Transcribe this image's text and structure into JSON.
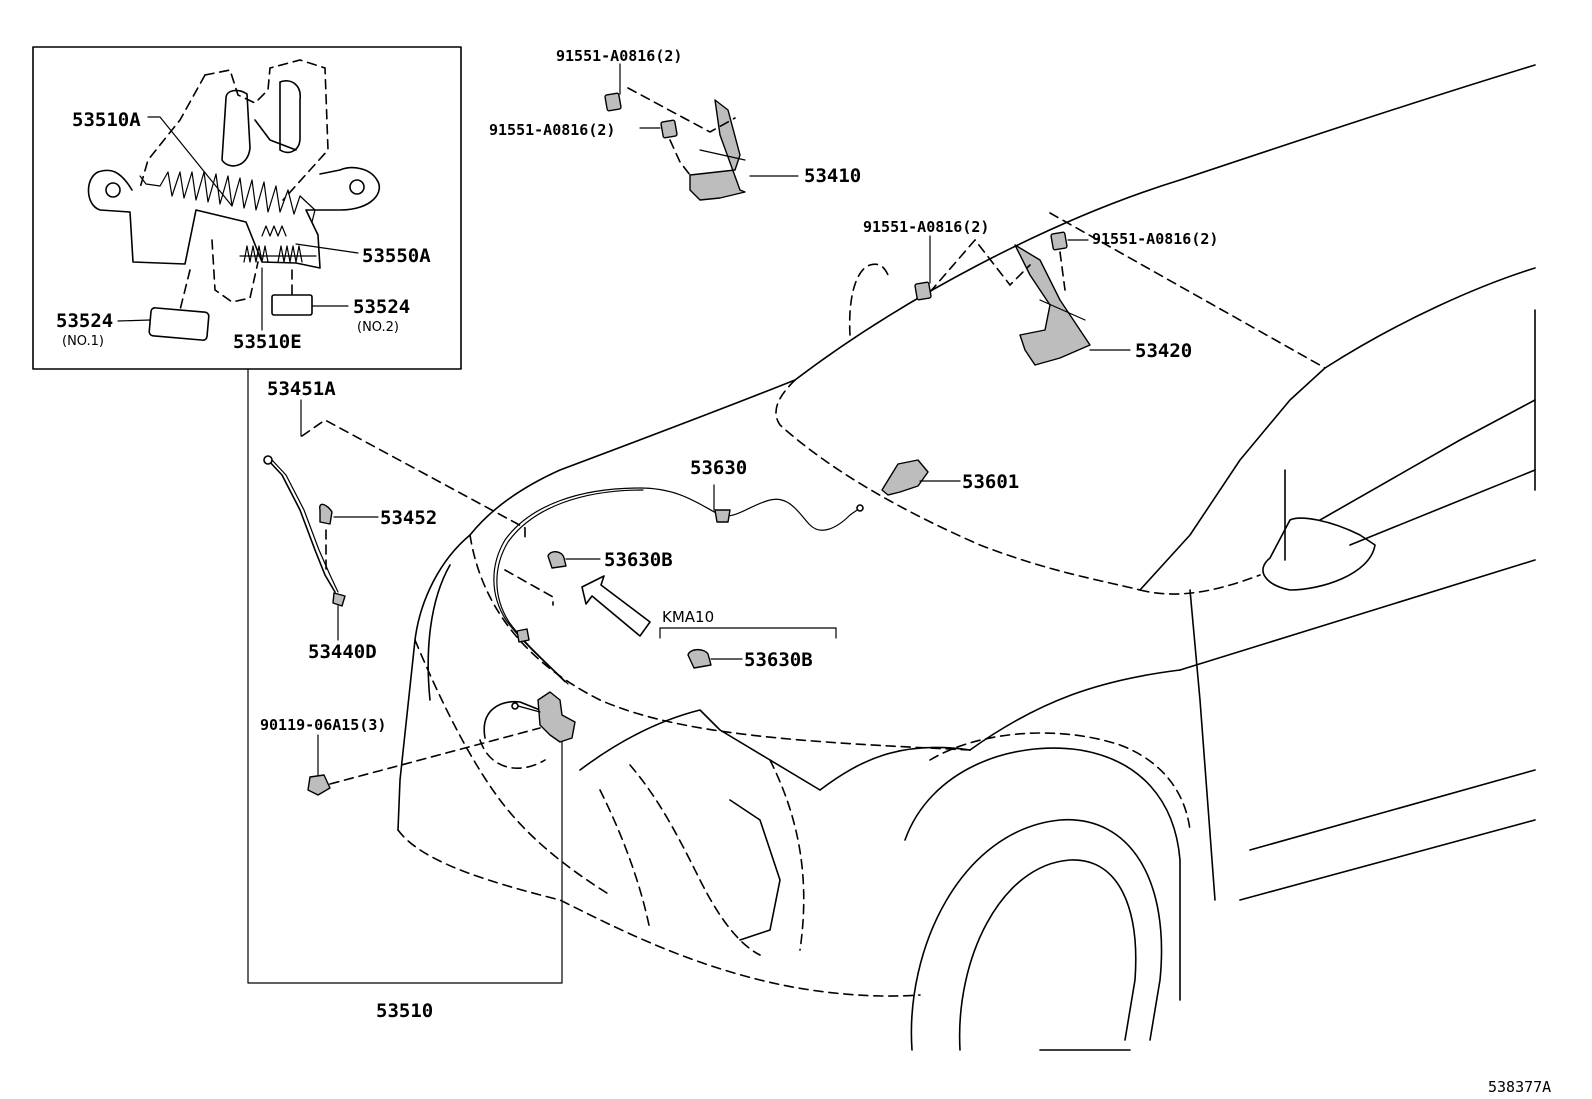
{
  "labels": {
    "p53510A": "53510A",
    "p53550A": "53550A",
    "p53524_no1": "53524",
    "p53524_no1_sub": "(NO.1)",
    "p53524_no2": "53524",
    "p53524_no2_sub": "(NO.2)",
    "p53510E": "53510E",
    "p91551_a": "91551-A0816(2)",
    "p91551_b": "91551-A0816(2)",
    "p91551_c": "91551-A0816(2)",
    "p91551_d": "91551-A0816(2)",
    "p53410": "53410",
    "p53420": "53420",
    "p53451A": "53451A",
    "p53452": "53452",
    "p53440D": "53440D",
    "p53630": "53630",
    "p53630B_a": "53630B",
    "p53630B_b": "53630B",
    "p53601": "53601",
    "kma10": "KMA10",
    "p90119": "90119-06A15(3)",
    "p53510": "53510",
    "figure_id": "538377A"
  }
}
